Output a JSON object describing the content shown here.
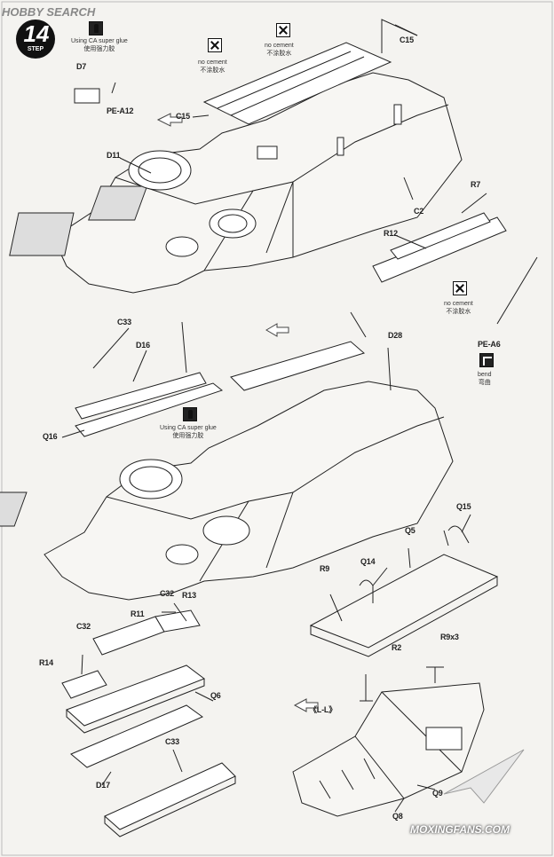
{
  "header": {
    "watermark_top": "HOBBY SEARCH",
    "watermark_bottom": "MOXINGFANS.COM"
  },
  "step": {
    "number": "14",
    "word": "STEP"
  },
  "notes": {
    "ca_glue_1": [
      "Using CA super glue",
      "使用强力胶"
    ],
    "ca_glue_2": [
      "Using CA super glue",
      "使用强力胶"
    ],
    "no_cement_1": [
      "no cement",
      "不涂胶水"
    ],
    "no_cement_2": [
      "no cement",
      "不涂胶水"
    ],
    "no_cement_3": [
      "no cement",
      "不涂胶水"
    ],
    "bend": [
      "bend",
      "弯曲"
    ]
  },
  "parts": {
    "d7": "D7",
    "pe_a12": "PE-A12",
    "c15_a": "C15",
    "c15_b": "C15",
    "d11": "D11",
    "c2": "C2",
    "r7": "R7",
    "r12": "R12",
    "pe_a6": "PE-A6",
    "c33_a": "C33",
    "d16": "D16",
    "q16": "Q16",
    "d28": "D28",
    "q15": "Q15",
    "q5": "Q5",
    "q14": "Q14",
    "r9": "R9",
    "r2": "R2",
    "c32_a": "C32",
    "r13": "R13",
    "r11": "R11",
    "c32_b": "C32",
    "r14": "R14",
    "q6": "Q6",
    "d17": "D17",
    "c33_b": "C33",
    "r9x3": "R9x3",
    "ll": "《L-L》",
    "q9": "Q9",
    "q8": "Q8"
  }
}
